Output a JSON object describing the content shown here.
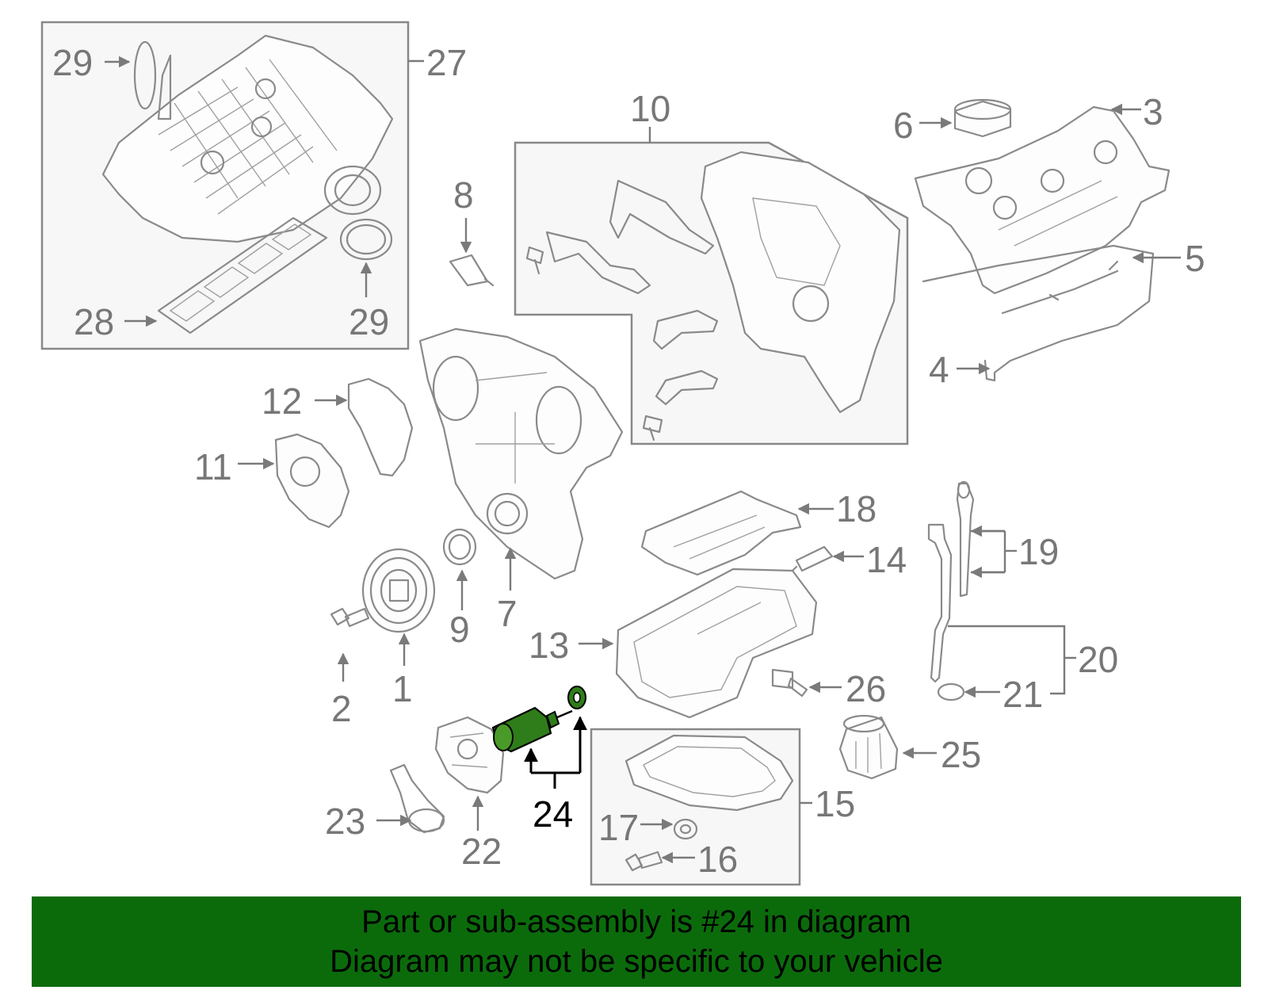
{
  "callouts": {
    "c1": "1",
    "c2": "2",
    "c3": "3",
    "c4": "4",
    "c5": "5",
    "c6": "6",
    "c7": "7",
    "c8": "8",
    "c9": "9",
    "c10": "10",
    "c11": "11",
    "c12": "12",
    "c13": "13",
    "c14": "14",
    "c15": "15",
    "c16": "16",
    "c17": "17",
    "c18": "18",
    "c19": "19",
    "c20": "20",
    "c21": "21",
    "c22": "22",
    "c23": "23",
    "c24": "24",
    "c25": "25",
    "c26": "26",
    "c27": "27",
    "c28": "28",
    "c29a": "29",
    "c29b": "29"
  },
  "highlight": {
    "part_number": "24",
    "color": "#2f7d1a"
  },
  "footer": {
    "line1": "Part or sub-assembly is #24 in diagram",
    "line2": "Diagram may not be specific to your vehicle",
    "background": "#0b6b0b"
  }
}
